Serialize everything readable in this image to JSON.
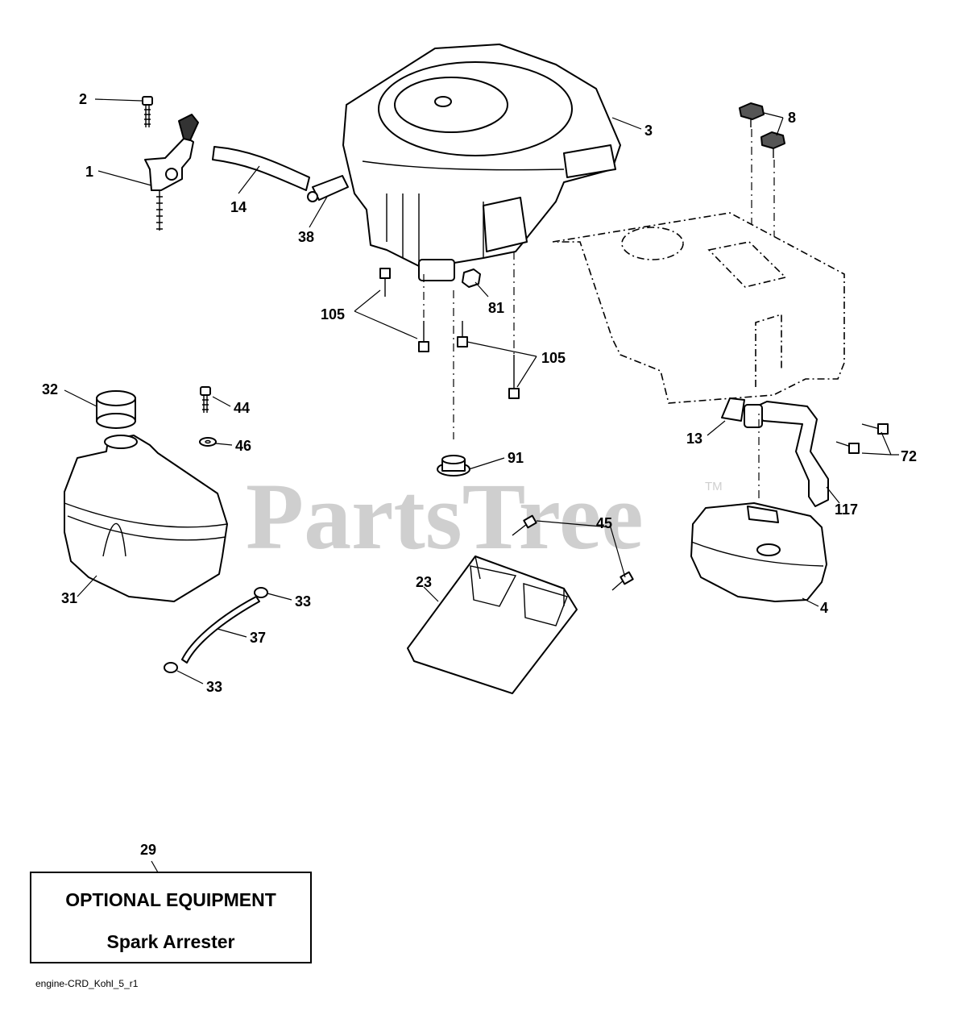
{
  "watermark": {
    "brand": "PartsTree",
    "tm": "TM"
  },
  "callouts": {
    "c1": "1",
    "c2": "2",
    "c3": "3",
    "c4": "4",
    "c8": "8",
    "c13": "13",
    "c14": "14",
    "c23": "23",
    "c29": "29",
    "c31": "31",
    "c32": "32",
    "c33a": "33",
    "c33b": "33",
    "c37": "37",
    "c38": "38",
    "c44": "44",
    "c45": "45",
    "c46": "46",
    "c72": "72",
    "c81": "81",
    "c91": "91",
    "c105a": "105",
    "c105b": "105",
    "c117": "117"
  },
  "note": {
    "line1": "OPTIONAL EQUIPMENT",
    "line2": "Spark Arrester"
  },
  "footer": {
    "code": "engine-CRD_Kohl_5_r1"
  }
}
